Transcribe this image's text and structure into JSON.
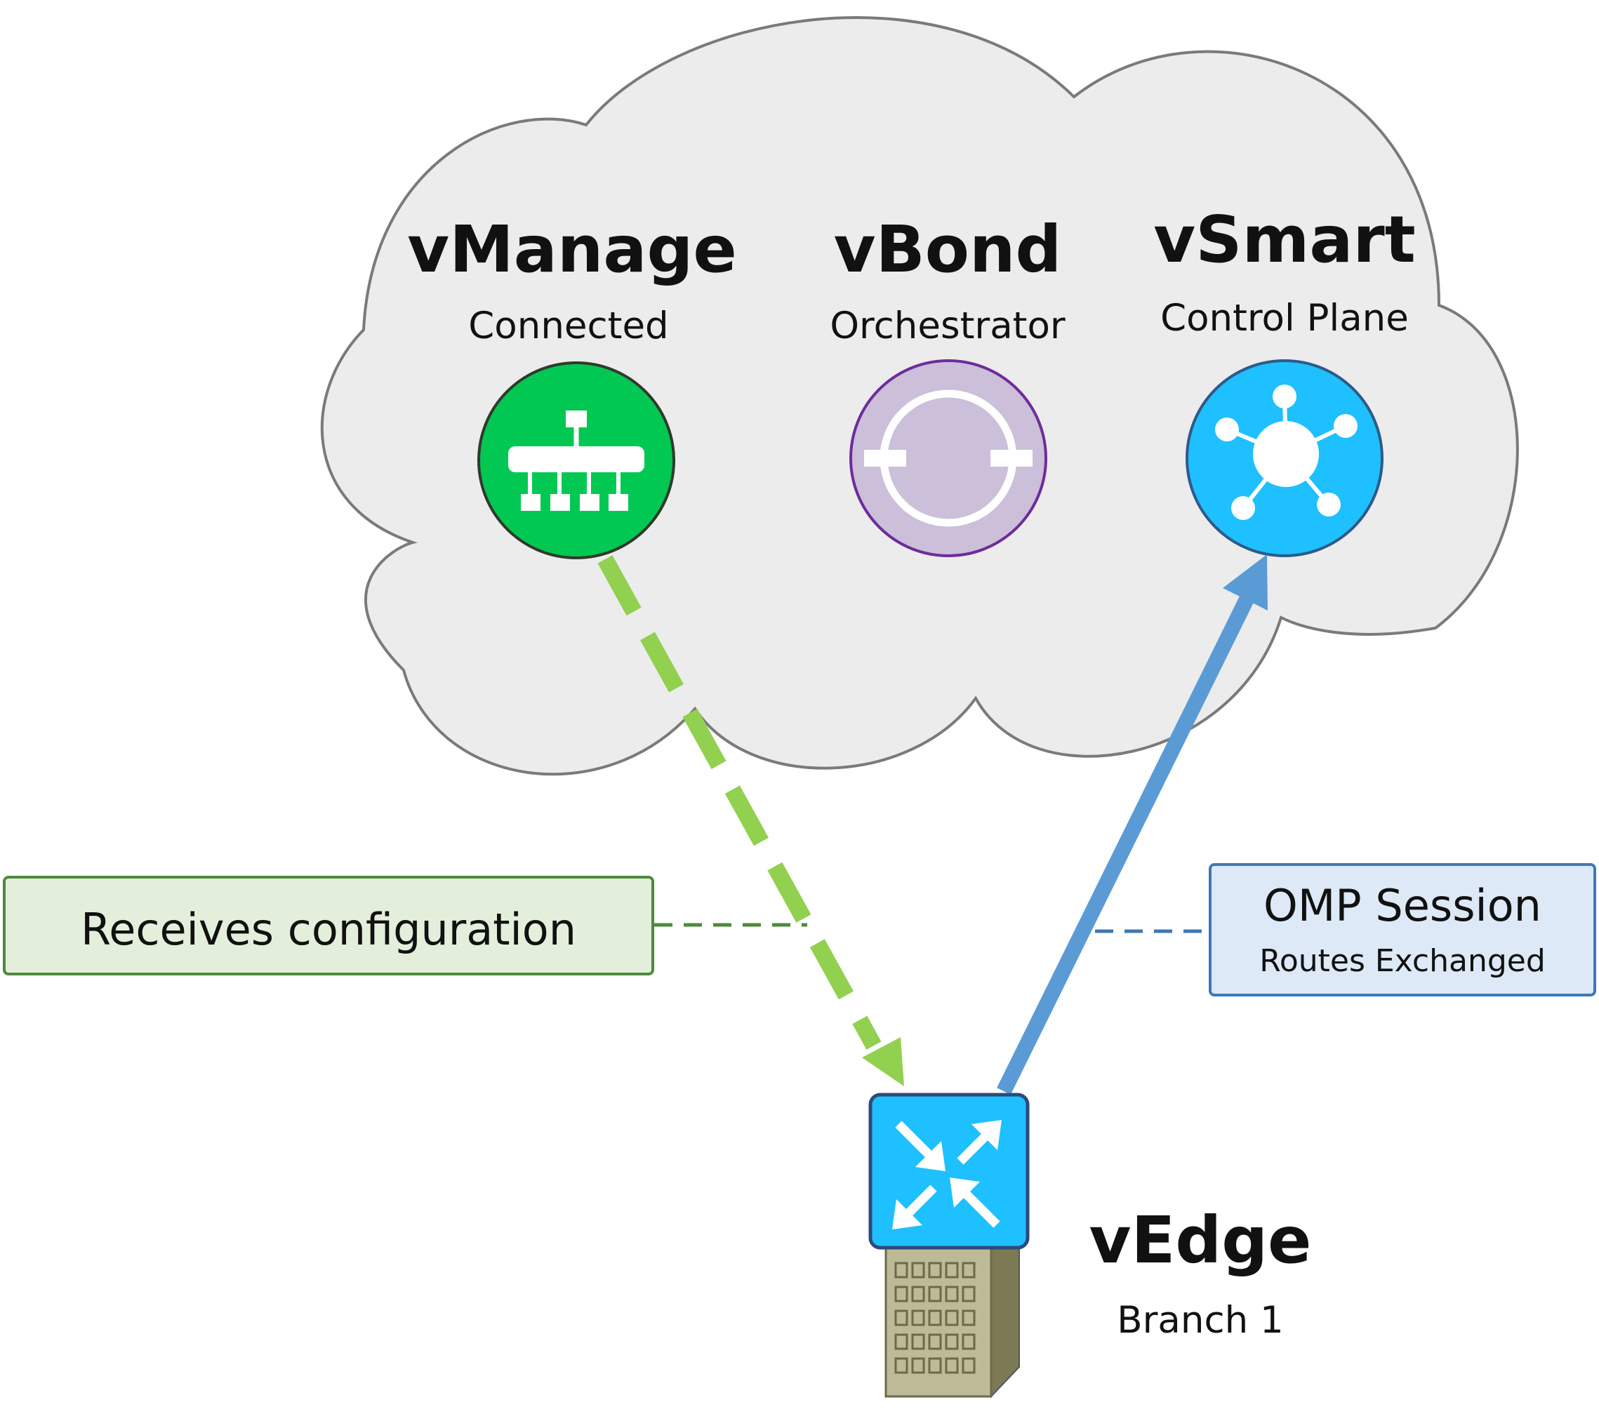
{
  "nodes": {
    "vmanage": {
      "name": "vManage",
      "role": "Connected",
      "color": "#00c853"
    },
    "vbond": {
      "name": "vBond",
      "role": "Orchestrator",
      "color": "#cbbfd9"
    },
    "vsmart": {
      "name": "vSmart",
      "role": "Control Plane",
      "color": "#1ec0ff"
    },
    "vedge": {
      "name": "vEdge",
      "site": "Branch 1",
      "color": "#1ec0ff"
    }
  },
  "links": {
    "config": {
      "label": "Receives configuration",
      "color": "#92d050"
    },
    "omp": {
      "label": "OMP Session",
      "detail": "Routes Exchanged",
      "color": "#5b9bd5"
    }
  },
  "cloud": {
    "fill": "#ececec",
    "stroke": "#7a7a7a"
  }
}
